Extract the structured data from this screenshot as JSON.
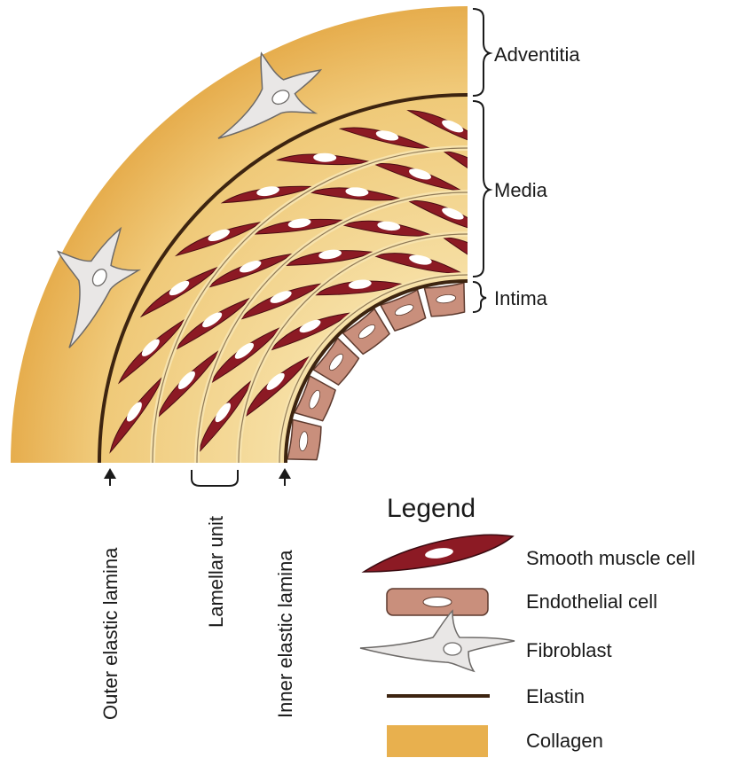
{
  "layers": {
    "adventitia": "Adventitia",
    "media": "Media",
    "intima": "Intima"
  },
  "laminae": {
    "outer": "Outer elastic lamina",
    "lamellar": "Lamellar unit",
    "inner": "Inner elastic lamina"
  },
  "legend": {
    "title": "Legend",
    "items": [
      {
        "key": "smooth-muscle-cell",
        "label": "Smooth muscle cell"
      },
      {
        "key": "endothelial-cell",
        "label": "Endothelial cell"
      },
      {
        "key": "fibroblast",
        "label": "Fibroblast"
      },
      {
        "key": "elastin",
        "label": "Elastin"
      },
      {
        "key": "collagen",
        "label": "Collagen"
      }
    ]
  },
  "colors": {
    "collagen": "#e8b04e",
    "collagen_light": "#f4d58c",
    "smooth_muscle": "#8c1a24",
    "endothelial": "#c98f7c",
    "fibroblast": "#e9e7e6",
    "elastin": "#3d2410",
    "nucleus": "#ffffff"
  }
}
